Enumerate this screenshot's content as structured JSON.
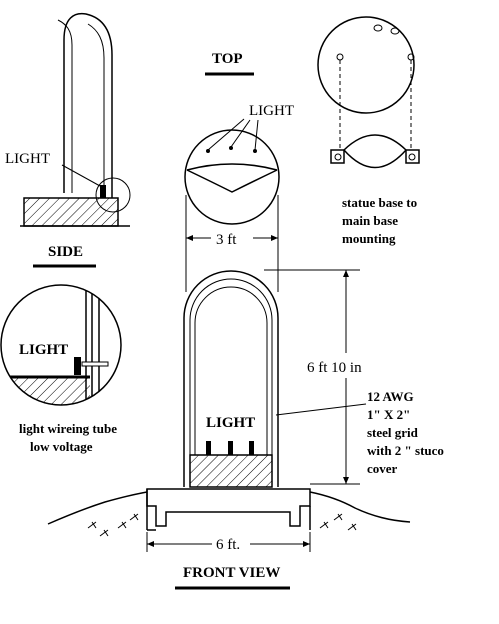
{
  "labels": {
    "side_light": "LIGHT",
    "side": "SIDE",
    "top": "TOP",
    "top_light": "LIGHT",
    "width_3ft": "3 ft",
    "statue_base_1": "statue base to",
    "statue_base_2": "main base",
    "statue_base_3": "mounting",
    "detail_light": "LIGHT",
    "tube_1": "light wireing tube",
    "tube_2": "low voltage",
    "front_light": "LIGHT",
    "height": "6 ft 10 in",
    "spec_1": "12 AWG",
    "spec_2": "1\" X 2\"",
    "spec_3": "steel grid",
    "spec_4": "with 2 \" stuco",
    "spec_5": "cover",
    "width_6ft": "6  ft.",
    "front_view": "FRONT VIEW"
  }
}
